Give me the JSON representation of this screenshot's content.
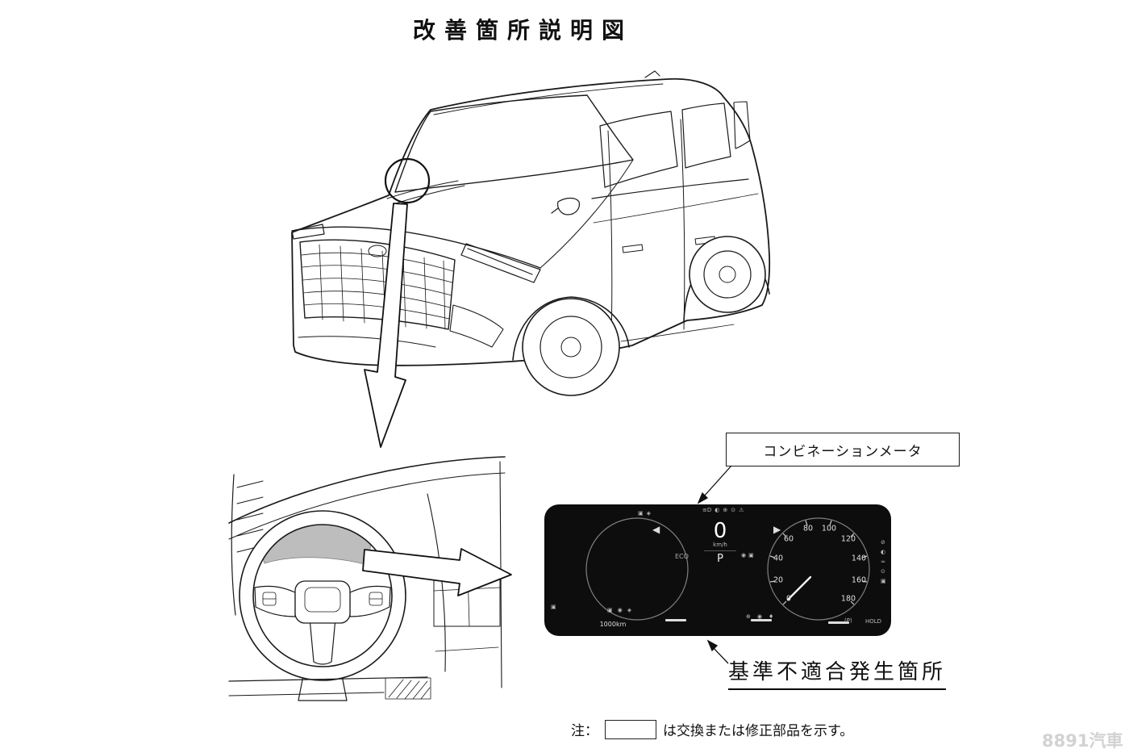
{
  "title": "改善箇所説明図",
  "combination_meter_label": "コンビネーションメータ",
  "nonconformity_label": "基準不適合発生箇所",
  "note": {
    "prefix": "注：",
    "suffix": "は交換または修正部品を示す。"
  },
  "watermark": "8891汽車",
  "colors": {
    "cluster_background": "#0d0d0d",
    "line_art": "#1a1a1a",
    "meter_highlight_gray": "#bdbdbd"
  },
  "cluster": {
    "speed_value": "0",
    "speed_unit": "km/h",
    "gear_indicator": "P",
    "eco_label": "ECO",
    "odometer": "1000km",
    "hold_label": "HOLD",
    "speedo_labels": [
      "0",
      "20",
      "40",
      "60",
      "80",
      "100",
      "120",
      "140",
      "160",
      "180"
    ],
    "icons": {
      "turn_signal_left": "◀",
      "turn_signal_right": "▶",
      "mode_left_a": "▣",
      "mode_left_b": "◈",
      "headlight": "≡D",
      "high_beam": "◐",
      "lane_keep": "⊕",
      "cruise": "⊙",
      "warning": "⚠",
      "assist_a": "◉",
      "assist_b": "▣",
      "dial_btm_a": "▣",
      "dial_btm_b": "◉",
      "dial_btm_c": "◈",
      "left_edge": "▣",
      "btm_a": "⊕",
      "btm_b": "◉",
      "btm_c": "♦",
      "parking_brake": "(P)",
      "col_a": "⊘",
      "col_b": "◐",
      "col_c": "≈",
      "col_d": "⊙",
      "col_e": "▣"
    }
  }
}
